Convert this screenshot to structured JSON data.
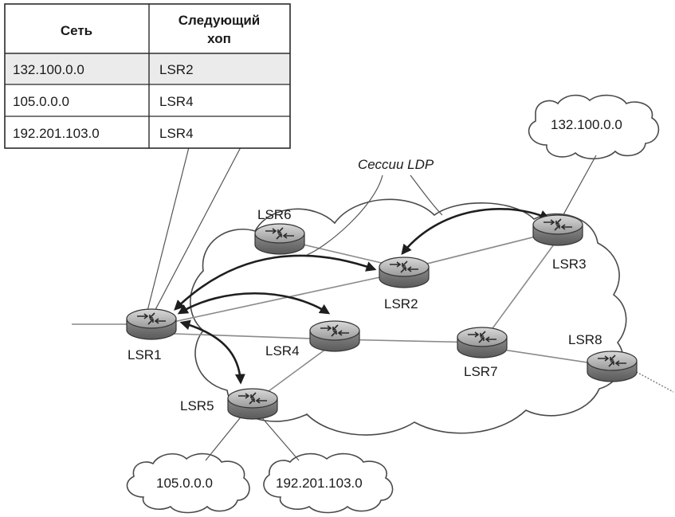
{
  "table": {
    "headers": [
      "Сеть",
      "Следующий",
      "хоп"
    ],
    "rows": [
      {
        "network": "132.100.0.0",
        "next_hop": "LSR2"
      },
      {
        "network": "105.0.0.0",
        "next_hop": "LSR4"
      },
      {
        "network": "192.201.103.0",
        "next_hop": "LSR4"
      }
    ]
  },
  "ldp_label": "Сессии LDP",
  "routers": {
    "lsr1": "LSR1",
    "lsr2": "LSR2",
    "lsr3": "LSR3",
    "lsr4": "LSR4",
    "lsr5": "LSR5",
    "lsr6": "LSR6",
    "lsr7": "LSR7",
    "lsr8": "LSR8"
  },
  "networks": {
    "top": "132.100.0.0",
    "bottom_left": "105.0.0.0",
    "bottom_right": "192.201.103.0"
  }
}
